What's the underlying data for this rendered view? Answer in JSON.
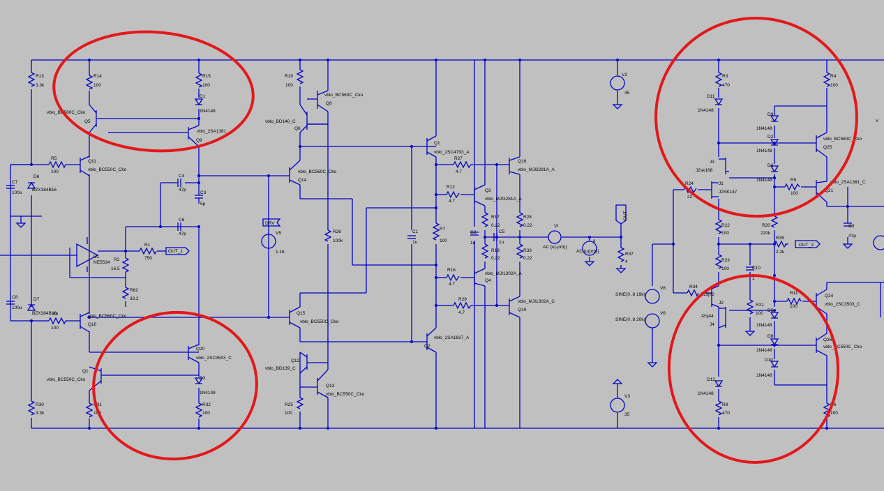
{
  "colors": {
    "background": "#c0c0c0",
    "wire": "#0000c8",
    "text": "#000000",
    "highlight": "#e3181b"
  },
  "labels": {
    "R13": "R13",
    "R13v": "3.3k",
    "R14": "R14",
    "R14v": "100",
    "R15": "R15",
    "R15v": "100",
    "D1": "D1",
    "D1v": "1N4148",
    "Q5m": "vblo_BC560C_Cko",
    "Q5": "Q5",
    "Q9m": "vblo_2SA1381_",
    "Q9": "Q9",
    "R5": "R5",
    "R5v": "100",
    "Q11": "Q11",
    "Q11m": "vblo_BC550C_Cko",
    "D6": "D6",
    "D6v": "BZX384B16",
    "C7": "C7",
    "C7v": "100u",
    "C4": "C4",
    "C4v": "47p",
    "C3": "C3",
    "C3v": "5p",
    "C6": "C6",
    "C6v": "47p",
    "U1": "U1",
    "U1m": "NE5534",
    "R2": "R2",
    "R2v": "16.5",
    "R1": "R1",
    "R1v": "750",
    "OUT1": "OUT_1",
    "R62": "R62",
    "R62v": "33.2",
    "C8": "C8",
    "C8v": "100u",
    "D7": "D7",
    "D7v": "BZX384B16",
    "R6": "R6",
    "R6v": "100",
    "Q10m": "vblo_BC560C_Cko",
    "Q10": "Q10",
    "Q20": "Q20",
    "Q20m": "vblo_2SC3503_C",
    "Q1": "Q1",
    "Q1m": "vblo_BC550C_Cko",
    "D3": "D3",
    "D3v": "1N4148",
    "R30": "R30",
    "R30v": "3.3k",
    "R31": "R31",
    "R31v": "100",
    "R32": "R32",
    "R32v": "100",
    "R19": "R19",
    "R19v": "100",
    "Q8": "Q8",
    "Q8m": "vblo_BC560C_Cko",
    "Q6m": "vblo_BD140_C",
    "Q6": "Q6",
    "Q14m": "vblo_BC560C_Cko",
    "Q14": "Q14",
    "DRV": "DRV",
    "V5": "V5",
    "V5v": "1.16",
    "R26": "R26",
    "R26v": "100k",
    "Q15": "Q15",
    "Q15m": "vblo_BC550C_Cko",
    "Q12": "Q12",
    "Q12m": "vblo_BD139_C",
    "Q13": "Q13",
    "Q13m": "vblo_BC550C_Cko",
    "R25": "R25",
    "R25v": "100",
    "Qa": "Q1",
    "Qam": "vblo_2SC4793_A",
    "R27": "R27",
    "R27v": "4.7",
    "Q16": "Q16",
    "Q16m": "vblo_MJI3281A_A",
    "R12": "R12",
    "R12v": "4.7",
    "Q3": "Q3",
    "Q3m": "vblo_MJI3281A_A",
    "R7": "R7",
    "R7v": "100",
    "C1": "C1",
    "C1v": "1u",
    "C2": "C2",
    "C2v": "1u",
    "R17": "R17",
    "R17v": "0.22",
    "R28": "R28",
    "R28v": "0.22",
    "C5": "C5",
    "C5v": "1u",
    "R18": "R18",
    "R18v": "0.22",
    "R33": "R33",
    "R33v": "0.22",
    "R16": "R16",
    "R16v": "4.7",
    "Q4": "Q4",
    "Q4m": "vblo_MJI1302A_A",
    "R29": "R29",
    "R29v": "4.7",
    "Q19m": "vblo_MJI1302A_C",
    "Q19": "Q19",
    "Q2": "Q2",
    "Q2m": "vblo_2SA1837_A",
    "VI": "VI",
    "VIv": "AC {u(-prb)}",
    "II": "II",
    "IIv": "AC {u(prb)}",
    "R37": "R37",
    "R37v": "4",
    "OUT": "OUT",
    "V2": "V2",
    "V2v": "35",
    "V3": "V3",
    "V3v": "35",
    "R3": "R3",
    "R3v": "470",
    "R4": "R4",
    "R4v": "100",
    "D11": "D11",
    "D11v": "1N4148",
    "D9": "D9",
    "D9v": "1N4148",
    "D2": "D2",
    "D2v": "1N4148",
    "Q25m": "vblo_BC560C_Cko",
    "Q25": "Q25",
    "J3": "J3",
    "J3m": "J2sk168",
    "D4": "D4",
    "D4v": "1N4148",
    "R24": "R24",
    "R24v": "22",
    "J1": "J1",
    "J1m": "J2SK147",
    "R9": "R9",
    "R9v": "100",
    "Q21m": "vblo_2SA1381_C",
    "Q21": "Q21",
    "R22": "R22",
    "R22v": "100",
    "R20": "R20",
    "R20v": "220k",
    "R35": "R35",
    "R35v": "2.2k",
    "OUT2": "OUT_2",
    "C9": "C9",
    "C9v": "47p",
    "R23": "R23",
    "R23v": "100",
    "C10": "C10",
    "C10v": "1",
    "V8": "V8",
    "V8v": "SINE(0 .8 19k)",
    "V6": "V6",
    "V6v": "SINE(0 .8 20k)",
    "R34": "R34",
    "J2": "J2",
    "J2m": "J2sj72",
    "J4": "J4",
    "J4m": "J2sj44",
    "R21": "R21",
    "R21v": "100",
    "R11": "R11",
    "R11v": "100",
    "Q24": "Q24",
    "Q24m": "vblo_2SC3503_C",
    "D5": "D5",
    "D5v": "1N4148",
    "D8": "D8",
    "D8v": "1N4148",
    "Q26": "Q26",
    "Q26m": "vblo_BC550C_Cko",
    "D10": "D10",
    "D10v": "1N4148",
    "D12": "D12",
    "D12v": "1N4148",
    "R8": "R8",
    "R8v": "470",
    "R36": "R6",
    "R36v": "100",
    "Vcut": "V"
  }
}
